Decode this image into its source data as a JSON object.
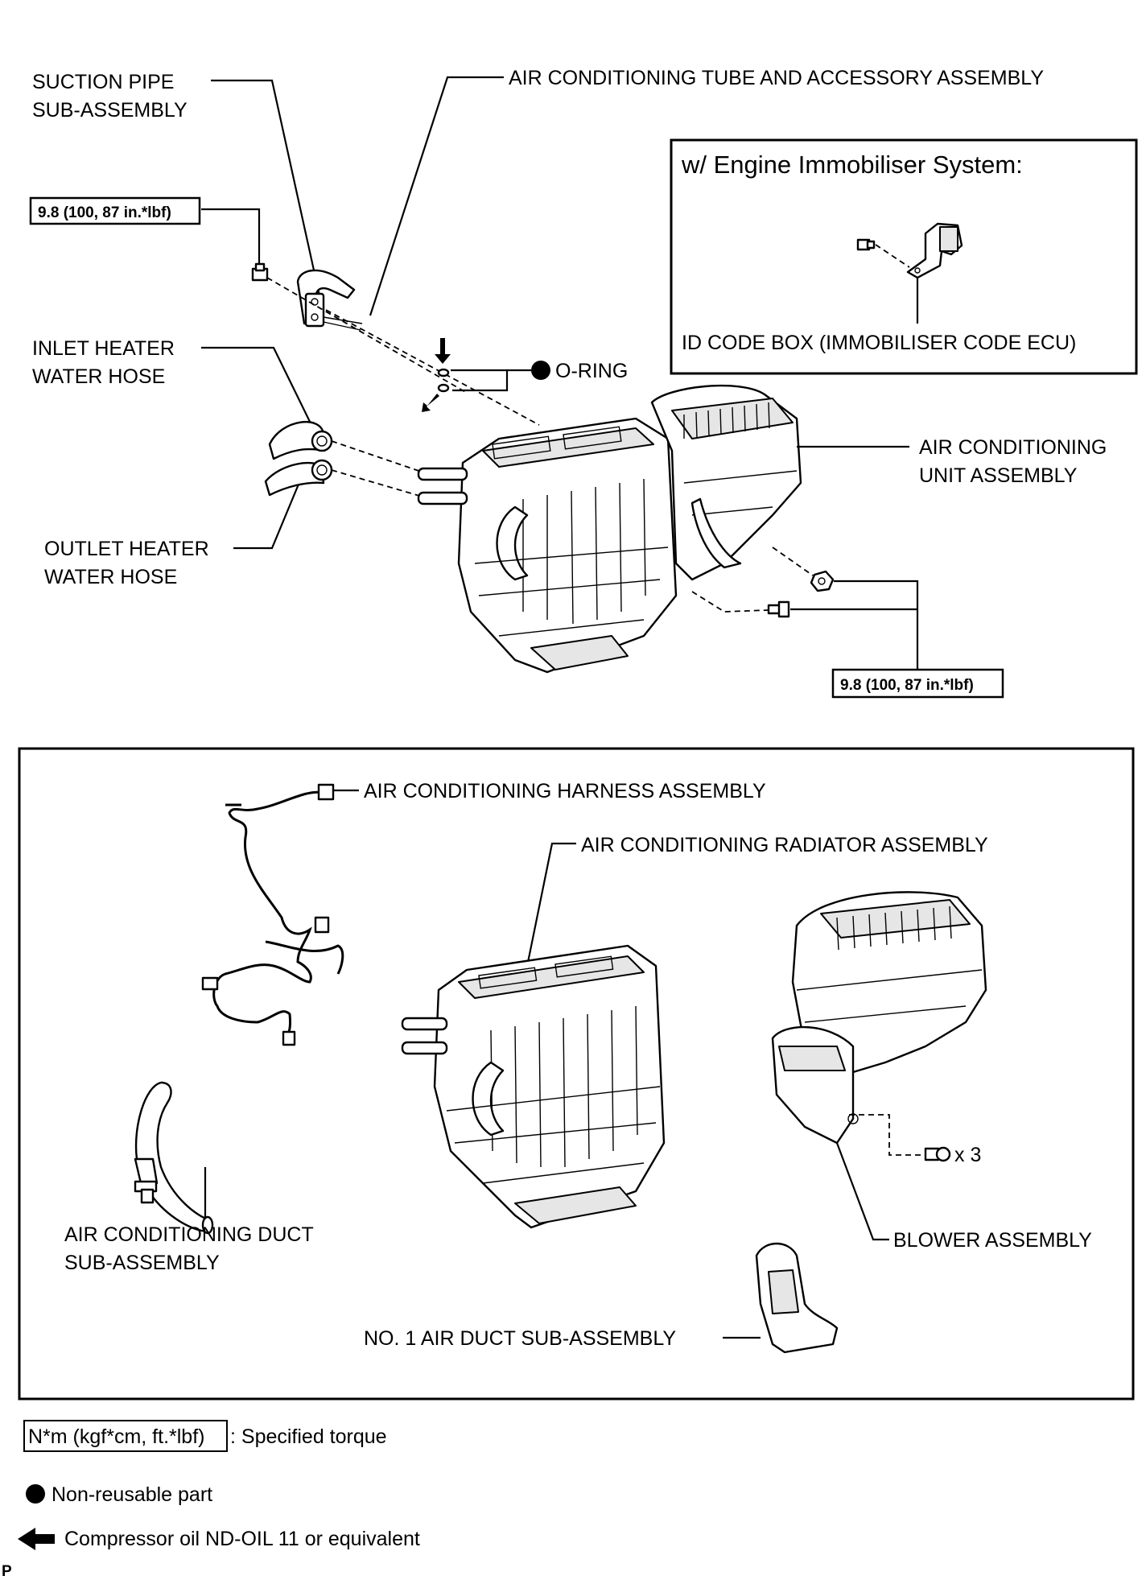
{
  "callouts": {
    "suction_pipe_l1": "SUCTION PIPE",
    "suction_pipe_l2": "SUB-ASSEMBLY",
    "tube_accessory": "AIR CONDITIONING TUBE AND ACCESSORY ASSEMBLY",
    "torque_1": "9.8 (100, 87 in.*lbf)",
    "inlet_hose_l1": "INLET HEATER",
    "inlet_hose_l2": "WATER HOSE",
    "o_ring": "O-RING",
    "outlet_hose_l1": "OUTLET HEATER",
    "outlet_hose_l2": "WATER HOSE",
    "unit_l1": "AIR CONDITIONING",
    "unit_l2": "UNIT ASSEMBLY",
    "torque_2": "9.8 (100, 87 in.*lbf)"
  },
  "immobiliser_box": {
    "title": "w/ Engine Immobiliser System:",
    "id_code_box": "ID CODE BOX (IMMOBILISER CODE ECU)"
  },
  "exploded": {
    "harness": "AIR CONDITIONING HARNESS ASSEMBLY",
    "radiator": "AIR CONDITIONING RADIATOR ASSEMBLY",
    "duct_l1": "AIR CONDITIONING DUCT",
    "duct_l2": "SUB-ASSEMBLY",
    "screw_qty": "x 3",
    "blower": "BLOWER ASSEMBLY",
    "no1_duct": "NO. 1 AIR DUCT SUB-ASSEMBLY"
  },
  "legend": {
    "torque_unit": "N*m (kgf*cm, ft.*lbf)",
    "torque_desc": ": Specified torque",
    "nonreusable": "Non-reusable part",
    "compressor_oil": "Compressor oil ND-OIL 11 or equivalent"
  },
  "corner_mark": "P"
}
